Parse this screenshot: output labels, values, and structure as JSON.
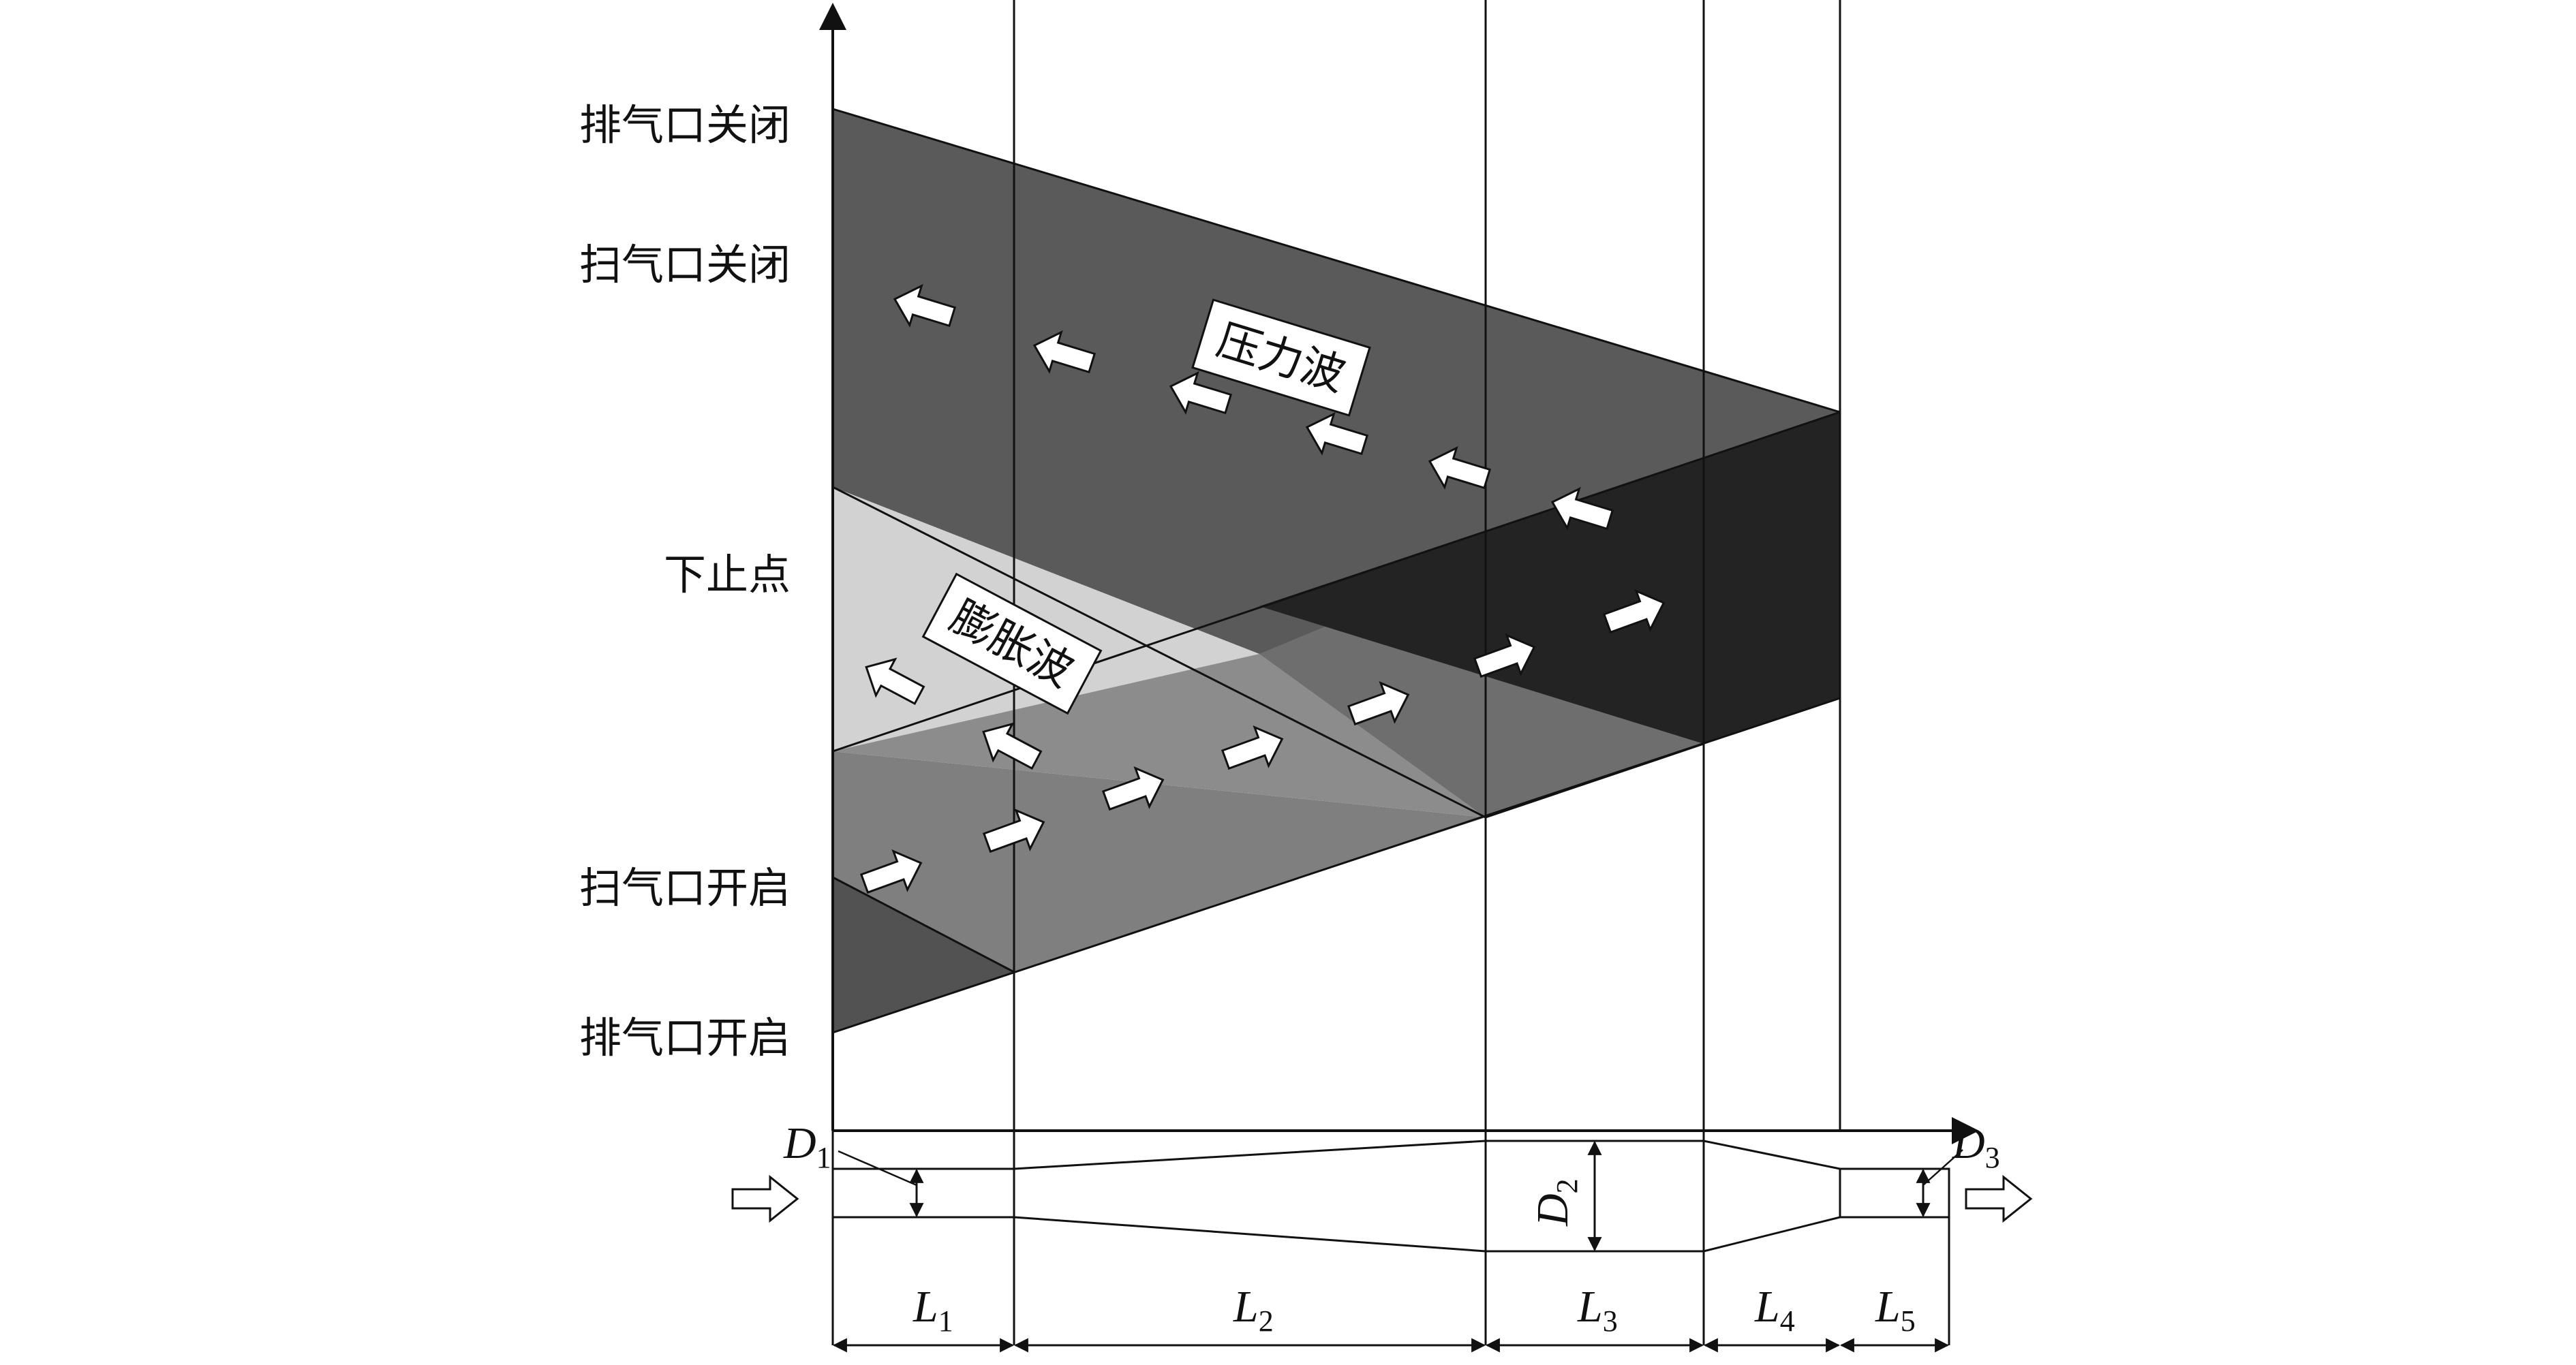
{
  "y_labels": {
    "exhaust_close": "排气口关闭",
    "scavenge_close": "扫气口关闭",
    "bdc": "下止点",
    "scavenge_open": "扫气口开启",
    "exhaust_open": "排气口开启"
  },
  "waves": {
    "pressure": "压力波",
    "expansion": "膨胀波"
  },
  "diameters": {
    "d1": "D",
    "d1_sub": "1",
    "d2": "D",
    "d2_sub": "2",
    "d3": "D",
    "d3_sub": "3"
  },
  "lengths": [
    {
      "main": "L",
      "sub": "1"
    },
    {
      "main": "L",
      "sub": "2"
    },
    {
      "main": "L",
      "sub": "3"
    },
    {
      "main": "L",
      "sub": "4"
    },
    {
      "main": "L",
      "sub": "5"
    }
  ],
  "colors": {
    "pressure_band": "#5a5a5a",
    "expansion_band": "#8a8a8a",
    "dark_overlap": "#232323",
    "light_region": "#d2d2d2",
    "exhaust_corner": "#525252",
    "mid_region": "#6e6e6e"
  }
}
